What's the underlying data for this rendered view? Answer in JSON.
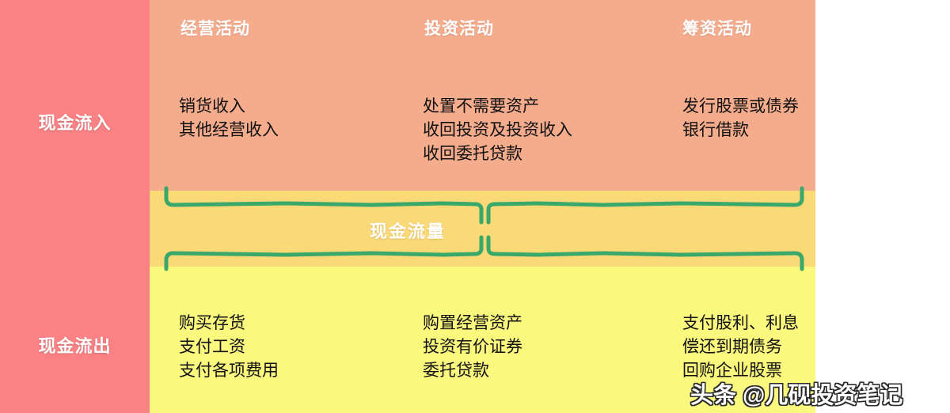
{
  "colors": {
    "row_inflow_band": "#f5ac8d",
    "row_middle_band": "#fbd977",
    "row_outflow_band": "#fbf87e",
    "label_column": "#fa8284",
    "brace": "#3aa86a",
    "item_text": "#111111",
    "label_text": "#ffffff",
    "page_background": "#ffffff"
  },
  "rows": {
    "inflow_label": "现金流入",
    "outflow_label": "现金流出",
    "middle_label": "现金流量"
  },
  "columns": [
    {
      "header": "经营活动"
    },
    {
      "header": "投资活动"
    },
    {
      "header": "筹资活动"
    }
  ],
  "inflow_items": [
    [
      "销货收入",
      "其他经营收入"
    ],
    [
      "处置不需要资产",
      "收回投资及投资收入",
      "收回委托贷款"
    ],
    [
      "发行股票或债券",
      "银行借款"
    ]
  ],
  "outflow_items": [
    [
      "购买存货",
      "支付工资",
      "支付各项费用"
    ],
    [
      "购置经营资产",
      "投资有价证券",
      "委托贷款"
    ],
    [
      "支付股利、利息",
      "偿还到期债务",
      "回购企业股票"
    ]
  ],
  "watermark": "头条 @几砚投资笔记"
}
